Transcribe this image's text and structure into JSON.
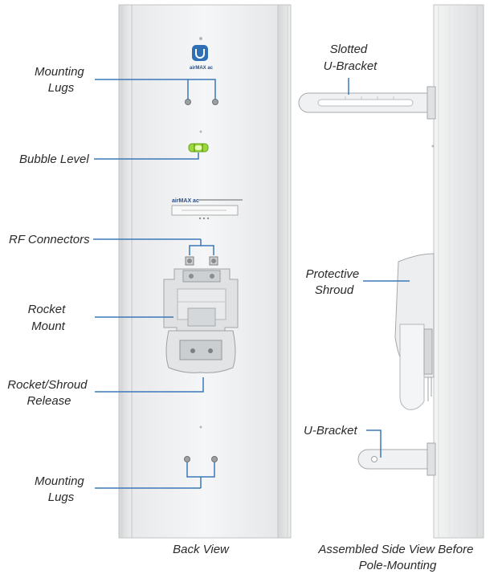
{
  "brand": {
    "name": "airMAX",
    "model": "ac",
    "accent": "#2f6fb5"
  },
  "label_color": "#2a2a2a",
  "leader_color": "#3a78b8",
  "labels": {
    "mounting_lugs_top": [
      "Mounting",
      "Lugs"
    ],
    "bubble_level": "Bubble Level",
    "rf_connectors": "RF Connectors",
    "rocket_mount": [
      "Rocket",
      "Mount"
    ],
    "rocket_shroud_release": [
      "Rocket/Shroud",
      "Release"
    ],
    "mounting_lugs_bottom": [
      "Mounting",
      "Lugs"
    ],
    "slotted_u_bracket": [
      "Slotted",
      "U-Bracket"
    ],
    "protective_shroud": [
      "Protective",
      "Shroud"
    ],
    "u_bracket": "U-Bracket"
  },
  "captions": {
    "back_view": "Back View",
    "side_view": [
      "Assembled Side View Before",
      "Pole-Mounting"
    ]
  }
}
